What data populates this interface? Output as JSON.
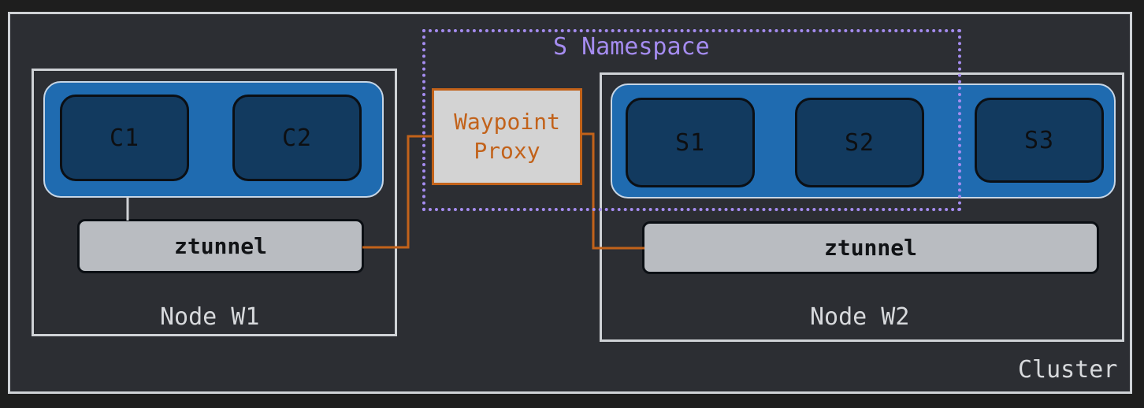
{
  "cluster": {
    "label": "Cluster"
  },
  "namespace": {
    "label": "S Namespace",
    "color": "#a58cf0"
  },
  "waypoint": {
    "line1": "Waypoint",
    "line2": "Proxy",
    "color": "#c2621a"
  },
  "nodes": [
    {
      "label": "Node W1",
      "pods": [
        "C1",
        "C2"
      ],
      "ztunnel": "ztunnel"
    },
    {
      "label": "Node W2",
      "pods": [
        "S1",
        "S2",
        "S3"
      ],
      "ztunnel": "ztunnel"
    }
  ],
  "colors": {
    "background": "#2c2e33",
    "pod_group": "#1f6bb0",
    "pod": "#123a5f",
    "ztunnel": "#b9bcc1",
    "connector": "#c2621a"
  }
}
